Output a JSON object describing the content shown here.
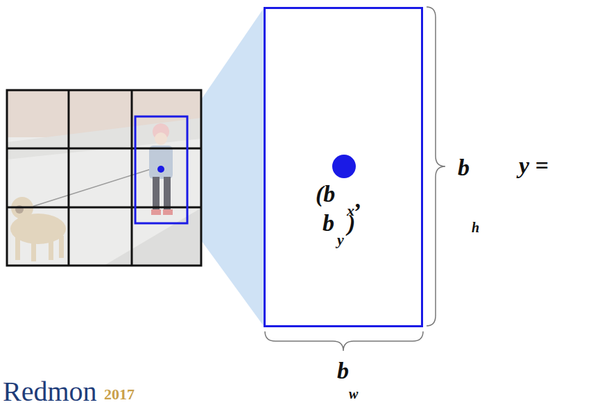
{
  "diagram": {
    "nodes": [
      {
        "text": [
          "(b",
          "x",
          ",",
          "b",
          "y",
          ")"
        ]
      }
    ],
    "labels": [
      "b",
      "h",
      "b",
      "w",
      "y =",
      "Redmon",
      "2017"
    ]
  }
}
